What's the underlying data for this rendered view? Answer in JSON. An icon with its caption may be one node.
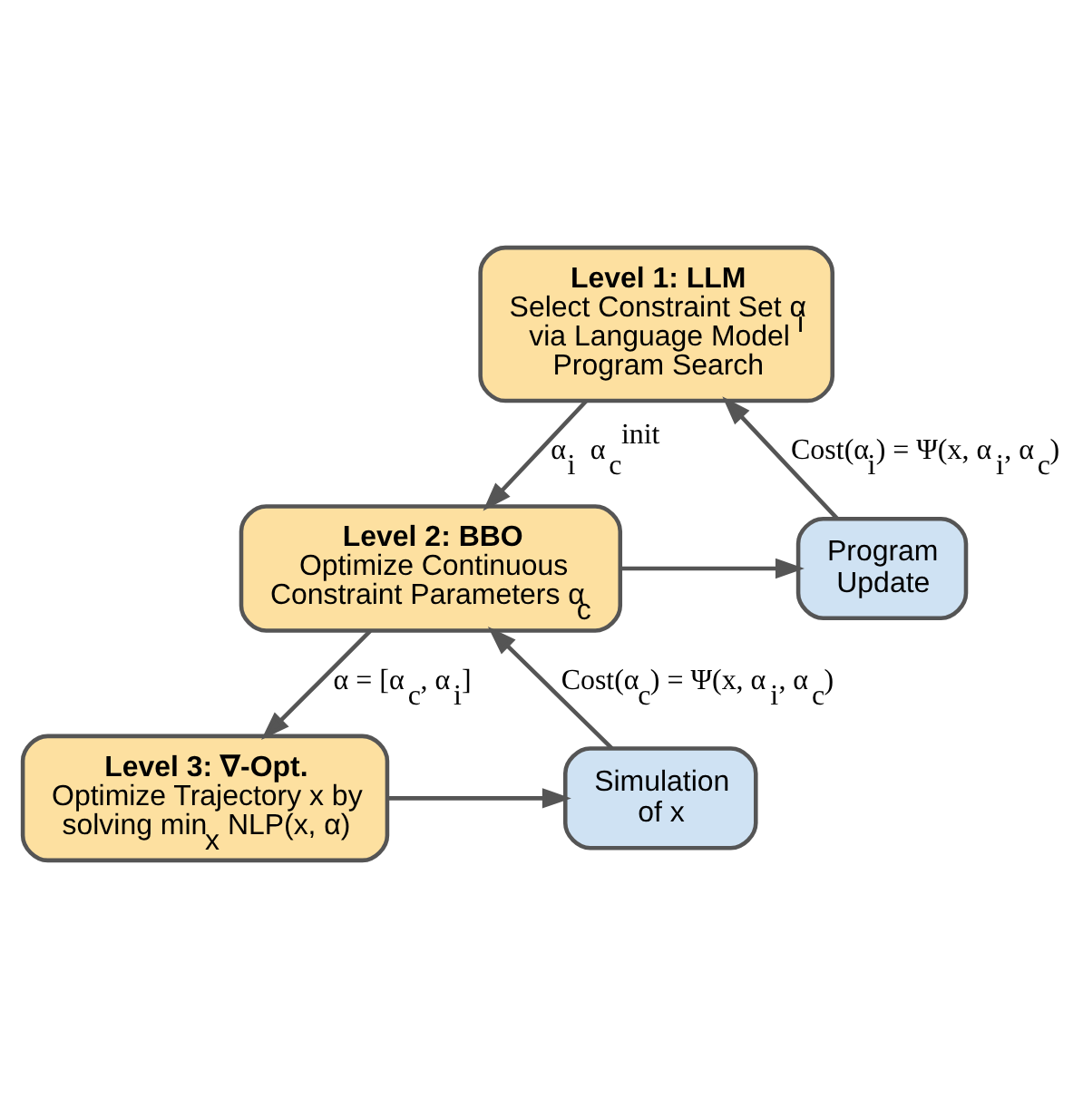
{
  "diagram": {
    "nodes": [
      {
        "text": [
          "Level 1: LLM",
          "Select Constraint Set α$_{i}$ via Language Model Program Search"
        ]
      },
      {
        "text": [
          "Level 2: BBO",
          "Optimize Continuous Constraint Parameters α$_{c}$"
        ]
      },
      {
        "text": [
          "Level 3: ∇-Opt.",
          "Optimize Trajectory x by solving min$_{x}$ NLP(x, α)"
        ]
      },
      {
        "text": [
          "Program Update"
        ]
      },
      {
        "text": [
          "Simulation of x"
        ]
      }
    ],
    "edges": [
      {
        "from": 0,
        "to": 1,
        "arrow": "to",
        "label": "α$_{i}$  α$_{c}$$^{init}$"
      },
      {
        "from": 1,
        "to": 2,
        "arrow": "to",
        "label": "α = [α$_{c}$, α$_{i}$]"
      },
      {
        "from": 1,
        "to": 3,
        "arrow": "to"
      },
      {
        "from": 3,
        "to": 0,
        "arrow": "to",
        "label": "Cost(α$_{i}$) = Ψ(x, α$_{i}$, α$_{c}$)"
      },
      {
        "from": 2,
        "to": 4,
        "arrow": "to"
      },
      {
        "from": 4,
        "to": 1,
        "arrow": "to",
        "label": "Cost(α$_{c}$) = Ψ(x, α$_{i}$, α$_{c}$)"
      }
    ]
  }
}
